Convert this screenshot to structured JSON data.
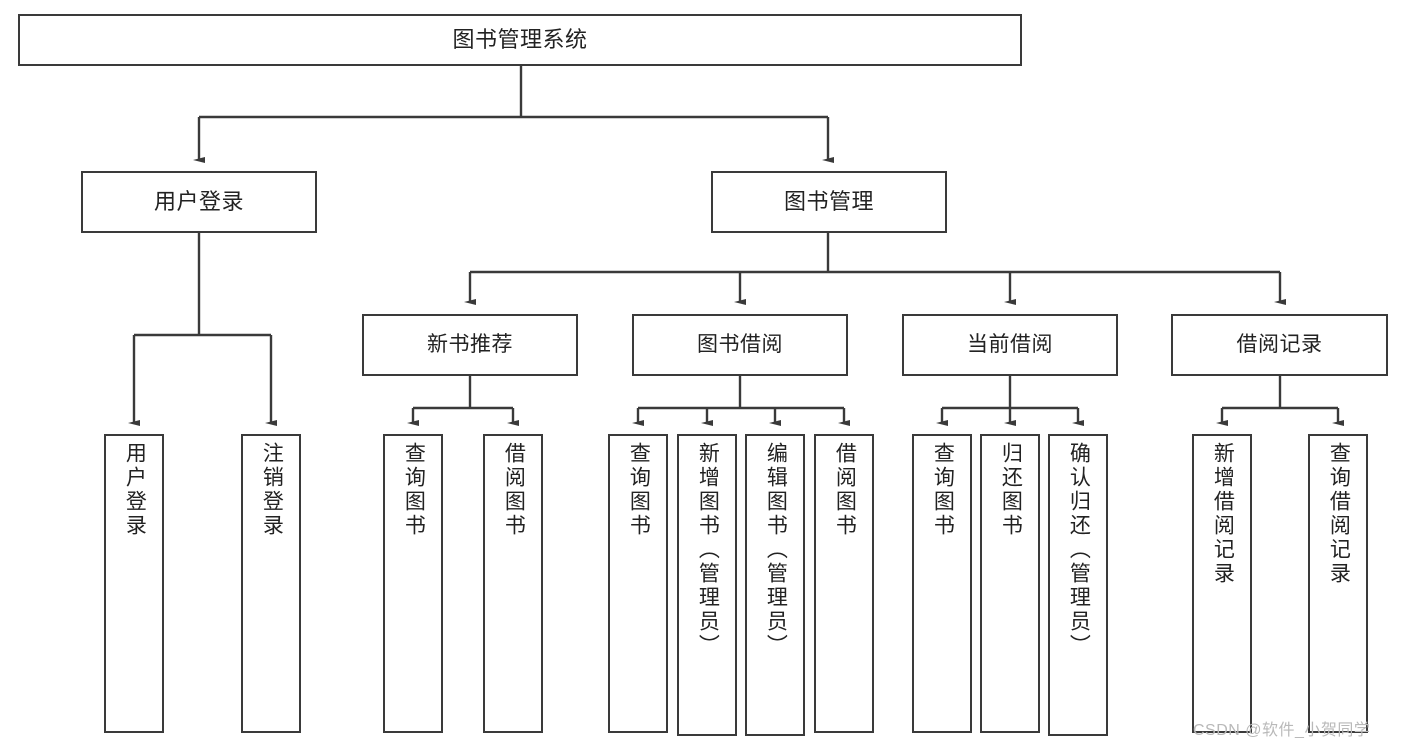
{
  "diagram": {
    "title": "图书管理系统",
    "type": "tree-hierarchy-chart",
    "root": {
      "label": "图书管理系统"
    },
    "tier2": [
      {
        "label": "用户登录"
      },
      {
        "label": "图书管理"
      }
    ],
    "tier3": [
      {
        "label": "新书推荐"
      },
      {
        "label": "图书借阅"
      },
      {
        "label": "当前借阅"
      },
      {
        "label": "借阅记录"
      }
    ],
    "leaves": [
      {
        "label": "用户登录"
      },
      {
        "label": "注销登录"
      },
      {
        "label": "查询图书"
      },
      {
        "label": "借阅图书"
      },
      {
        "label": "查询图书"
      },
      {
        "label": "新增图书（管理员）"
      },
      {
        "label": "编辑图书（管理员）"
      },
      {
        "label": "借阅图书"
      },
      {
        "label": "查询图书"
      },
      {
        "label": "归还图书"
      },
      {
        "label": "确认归还（管理员）"
      },
      {
        "label": "新增借阅记录"
      },
      {
        "label": "查询借阅记录"
      }
    ]
  },
  "watermark": {
    "text": "CSDN @软件_小贺同学"
  },
  "colors": {
    "border": "#3a3a3a",
    "background": "#ffffff",
    "text": "#222222",
    "watermark": "#b9b9b9"
  }
}
